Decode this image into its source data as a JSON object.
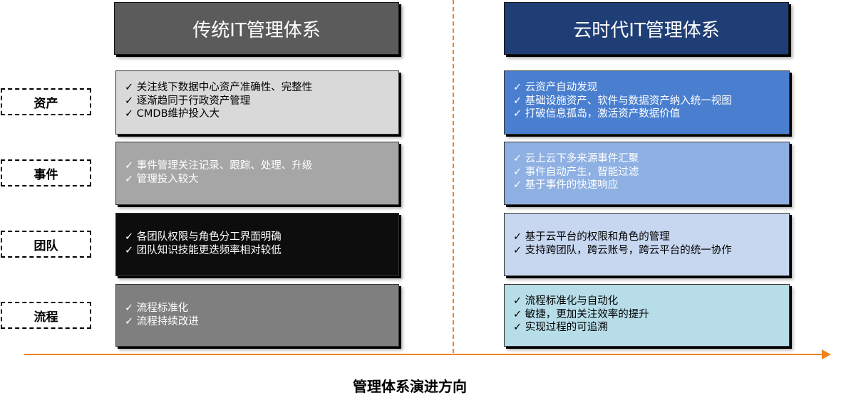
{
  "headers": {
    "left": "传统IT管理体系",
    "right": "云时代IT管理体系"
  },
  "categories": [
    "资产",
    "事件",
    "团队",
    "流程"
  ],
  "left_boxes": [
    {
      "items": [
        "关注线下数据中心资产准确性、完整性",
        "逐渐趋同于行政资产管理",
        "CMDB维护投入大"
      ]
    },
    {
      "items": [
        "事件管理关注记录、跟踪、处理、升级",
        "管理投入较大"
      ]
    },
    {
      "items": [
        "各团队权限与角色分工界面明确",
        "团队知识技能更迭频率相对较低"
      ]
    },
    {
      "items": [
        "流程标准化",
        "流程持续改进"
      ]
    }
  ],
  "right_boxes": [
    {
      "items": [
        "云资产自动发现",
        "基础设施资产、软件与数据资产纳入统一视图",
        "打破信息孤岛，激活资产数据价值"
      ]
    },
    {
      "items": [
        "云上云下多来源事件汇聚",
        "事件自动产生，智能过滤",
        "基于事件的快速响应"
      ]
    },
    {
      "items": [
        "基于云平台的权限和角色的管理",
        "支持跨团队，跨云账号，跨云平台的统一协作"
      ]
    },
    {
      "items": [
        "流程标准化与自动化",
        "敏捷，更加关注效率的提升",
        "实现过程的可追溯"
      ]
    }
  ],
  "axis_label": "管理体系演进方向",
  "colors": {
    "left_header": "#5b5b5b",
    "right_header": "#1f3e75",
    "left_boxes": [
      "#d9d9d9",
      "#a6a6a6",
      "#0d0d0d",
      "#7f7f7f"
    ],
    "left_text": [
      "#000000",
      "#ffffff",
      "#ffffff",
      "#ffffff"
    ],
    "right_boxes": [
      "#4a7fcf",
      "#8eb0e2",
      "#c7d7f0",
      "#b6dde8"
    ],
    "right_text": [
      "#ffffff",
      "#ffffff",
      "#000000",
      "#000000"
    ],
    "accent": "#f0821e"
  }
}
